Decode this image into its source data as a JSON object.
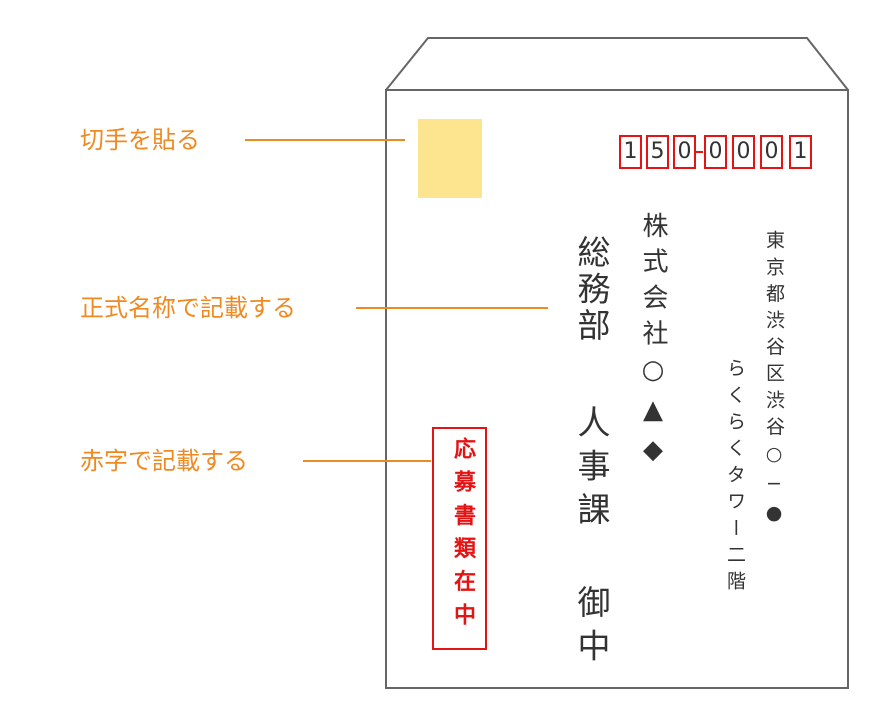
{
  "callouts": {
    "stamp": "切手を貼る",
    "official_name": "正式名称で記載する",
    "red_text": "赤字で記載する"
  },
  "envelope": {
    "postal_code_digits": [
      "1",
      "5",
      "0",
      "0",
      "0",
      "0",
      "1"
    ],
    "address_line1": "東京都渋谷区渋谷○−●",
    "address_line2": "らくらくタワー二階",
    "company": "株式会社○▲◆",
    "department": "総務部",
    "recipient": "人事課 御中",
    "red_notice": "応募書類在中"
  },
  "colors": {
    "callout": "#ef8a22",
    "red": "#e41414",
    "stamp": "#fde48e",
    "envelope_outline": "#666666",
    "text": "#333333"
  }
}
